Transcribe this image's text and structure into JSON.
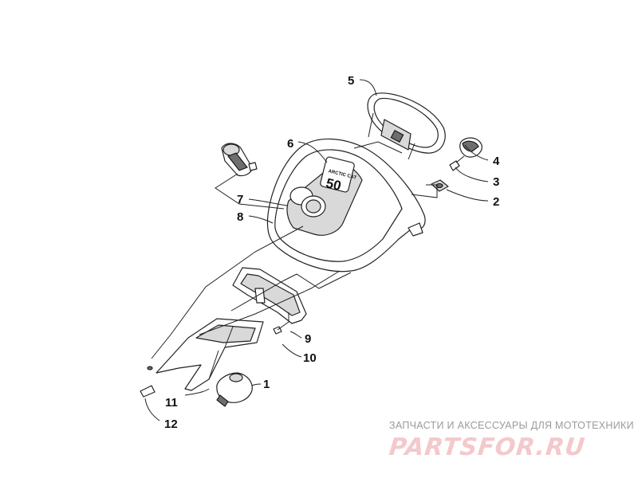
{
  "callouts": {
    "c1": "1",
    "c2": "2",
    "c3": "3",
    "c4": "4",
    "c5": "5",
    "c6": "6",
    "c7": "7",
    "c8": "8",
    "c9": "9",
    "c10": "10",
    "c11": "11",
    "c12": "12"
  },
  "badge": {
    "brand": "ARCTIC CAT",
    "number": "50"
  },
  "watermark": {
    "caption": "ЗАПЧАСТИ И АКСЕССУАРЫ ДЛЯ МОТОТЕХНИКИ",
    "logo": "PARTSFOR.RU",
    "logo_color": "#f3c9cc",
    "caption_color": "#9a9a9a"
  }
}
